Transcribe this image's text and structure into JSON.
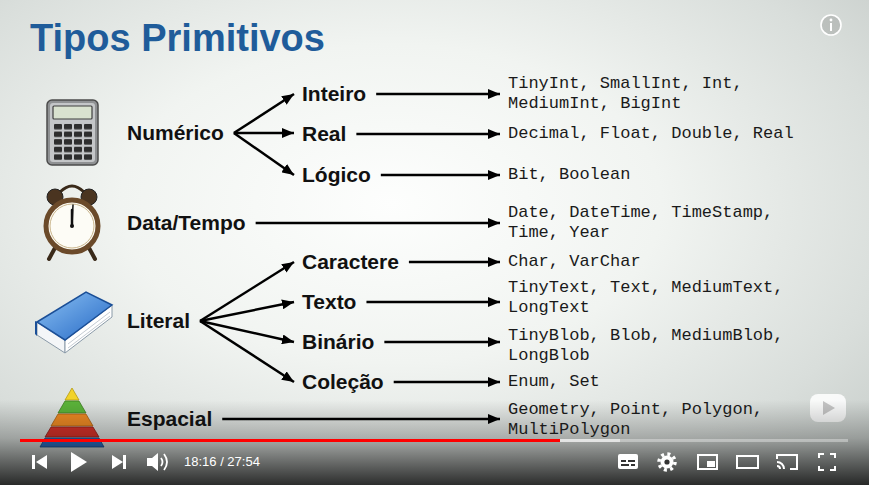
{
  "diagram": {
    "title": "Tipos Primitivos",
    "nodes": [
      {
        "text": [
          "Numérico"
        ]
      },
      {
        "text": [
          "Inteiro"
        ]
      },
      {
        "text": [
          "TinyInt, SmallInt, Int, MediumInt, BigInt"
        ]
      },
      {
        "text": [
          "Real"
        ]
      },
      {
        "text": [
          "Decimal, Float, Double, Real"
        ]
      },
      {
        "text": [
          "Lógico"
        ]
      },
      {
        "text": [
          "Bit, Boolean"
        ]
      },
      {
        "text": [
          "Data/Tempo"
        ]
      },
      {
        "text": [
          "Date, DateTime, TimeStamp, Time, Year"
        ]
      },
      {
        "text": [
          "Literal"
        ]
      },
      {
        "text": [
          "Caractere"
        ]
      },
      {
        "text": [
          "Char, VarChar"
        ]
      },
      {
        "text": [
          "Texto"
        ]
      },
      {
        "text": [
          "TinyText, Text, MediumText, LongText"
        ]
      },
      {
        "text": [
          "Binário"
        ]
      },
      {
        "text": [
          "TinyBlob, Blob, MediumBlob, LongBlob"
        ]
      },
      {
        "text": [
          "Coleção"
        ]
      },
      {
        "text": [
          "Enum, Set"
        ]
      },
      {
        "text": [
          "Espacial"
        ]
      },
      {
        "text": [
          "Geometry, Point, Polygon, MultiPolygon"
        ]
      }
    ],
    "edges": [
      {
        "from": 0,
        "to": 1,
        "arrow": "to"
      },
      {
        "from": 0,
        "to": 3,
        "arrow": "to"
      },
      {
        "from": 0,
        "to": 5,
        "arrow": "to"
      },
      {
        "from": 1,
        "to": 2,
        "arrow": "to"
      },
      {
        "from": 3,
        "to": 4,
        "arrow": "to"
      },
      {
        "from": 5,
        "to": 6,
        "arrow": "to"
      },
      {
        "from": 7,
        "to": 8,
        "arrow": "to"
      },
      {
        "from": 9,
        "to": 10,
        "arrow": "to"
      },
      {
        "from": 9,
        "to": 12,
        "arrow": "to"
      },
      {
        "from": 9,
        "to": 14,
        "arrow": "to"
      },
      {
        "from": 9,
        "to": 16,
        "arrow": "to"
      },
      {
        "from": 10,
        "to": 11,
        "arrow": "to"
      },
      {
        "from": 12,
        "to": 13,
        "arrow": "to"
      },
      {
        "from": 14,
        "to": 15,
        "arrow": "to"
      },
      {
        "from": 16,
        "to": 17,
        "arrow": "to"
      },
      {
        "from": 18,
        "to": 19,
        "arrow": "to"
      }
    ],
    "labels": [
      "18:16 / 27:54"
    ]
  }
}
